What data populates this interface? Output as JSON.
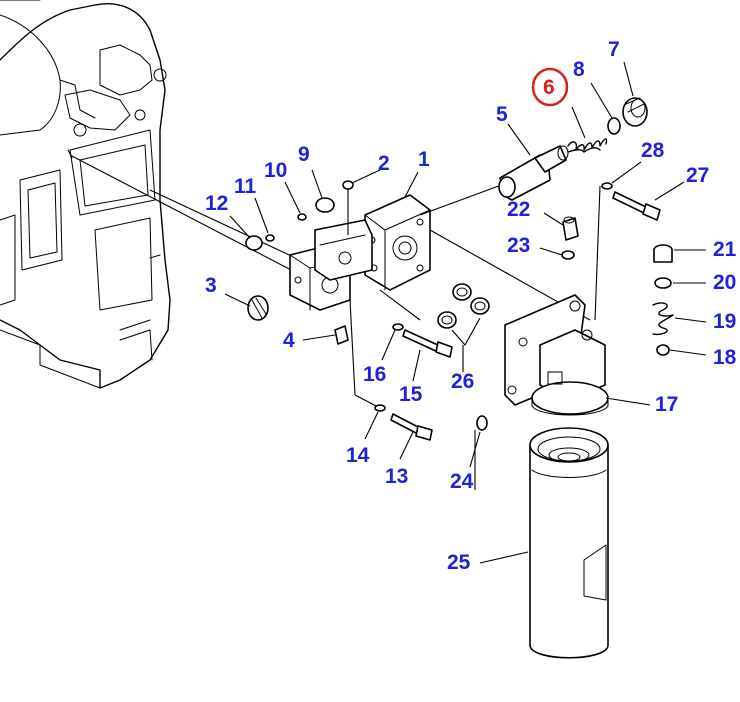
{
  "diagram": {
    "callouts": [
      {
        "id": "c1",
        "label": "1"
      },
      {
        "id": "c2",
        "label": "2"
      },
      {
        "id": "c3",
        "label": "3"
      },
      {
        "id": "c4",
        "label": "4"
      },
      {
        "id": "c5",
        "label": "5"
      },
      {
        "id": "c6",
        "label": "6",
        "highlighted": true
      },
      {
        "id": "c7",
        "label": "7"
      },
      {
        "id": "c8",
        "label": "8"
      },
      {
        "id": "c9",
        "label": "9"
      },
      {
        "id": "c10",
        "label": "10"
      },
      {
        "id": "c11",
        "label": "11"
      },
      {
        "id": "c12",
        "label": "12"
      },
      {
        "id": "c13",
        "label": "13"
      },
      {
        "id": "c14",
        "label": "14"
      },
      {
        "id": "c15",
        "label": "15"
      },
      {
        "id": "c16",
        "label": "16"
      },
      {
        "id": "c17",
        "label": "17"
      },
      {
        "id": "c18",
        "label": "18"
      },
      {
        "id": "c19",
        "label": "19"
      },
      {
        "id": "c20",
        "label": "20"
      },
      {
        "id": "c21",
        "label": "21"
      },
      {
        "id": "c22",
        "label": "22"
      },
      {
        "id": "c23",
        "label": "23"
      },
      {
        "id": "c24",
        "label": "24"
      },
      {
        "id": "c25",
        "label": "25"
      },
      {
        "id": "c26",
        "label": "26"
      },
      {
        "id": "c27",
        "label": "27"
      },
      {
        "id": "c28",
        "label": "28"
      }
    ],
    "colors": {
      "callout_text": "#1e22d8",
      "highlight_ring": "#d81e1e",
      "line": "#000000",
      "background": "#ffffff"
    }
  }
}
